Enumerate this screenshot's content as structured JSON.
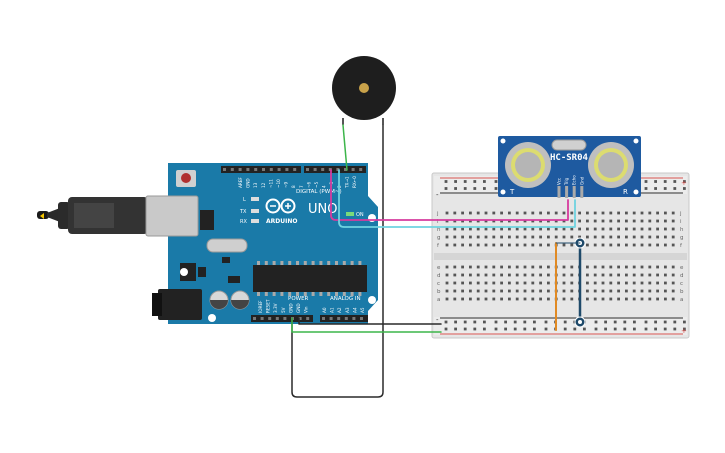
{
  "arduino": {
    "brand": "ARDUINO",
    "model": "UNO",
    "digital_label": "DIGITAL (PWM~)",
    "on_label": "ON",
    "power_label": "POWER",
    "analog_label": "ANALOG IN",
    "led_labels": [
      "L",
      "TX",
      "RX"
    ],
    "digital_pins": [
      "AREF",
      "GND",
      "13",
      "12",
      "~11",
      "~10",
      "~9",
      "8",
      "7",
      "~6",
      "~5",
      "4",
      "~3",
      "2",
      "TX→1",
      "RX←0"
    ],
    "power_pins": [
      "IOREF",
      "RESET",
      "3.3V",
      "5V",
      "GND",
      "GND",
      "Vin"
    ],
    "analog_pins": [
      "A0",
      "A1",
      "A2",
      "A3",
      "A4",
      "A5"
    ]
  },
  "sensor": {
    "model": "HC-SR04",
    "pin_labels": [
      "Vcc",
      "Trig",
      "Echo",
      "Gnd"
    ],
    "side_labels": [
      "T",
      "R"
    ]
  },
  "breadboard": {
    "rows_top": [
      "j",
      "i",
      "h",
      "g",
      "f"
    ],
    "rows_bottom": [
      "e",
      "d",
      "c",
      "b",
      "a"
    ],
    "plus_label": "+",
    "minus_label": "-"
  },
  "colors": {
    "pcb": "#1a7aa8",
    "wire_magenta": "#d63b9e",
    "wire_cyan": "#6fd3e0",
    "wire_green": "#3cb54a",
    "wire_orange": "#e08a24",
    "wire_dark": "#2a2a2a",
    "wire_navy": "#1f4a6a",
    "rail_red": "#d9534f",
    "sensor_board": "#1e5aa0"
  }
}
